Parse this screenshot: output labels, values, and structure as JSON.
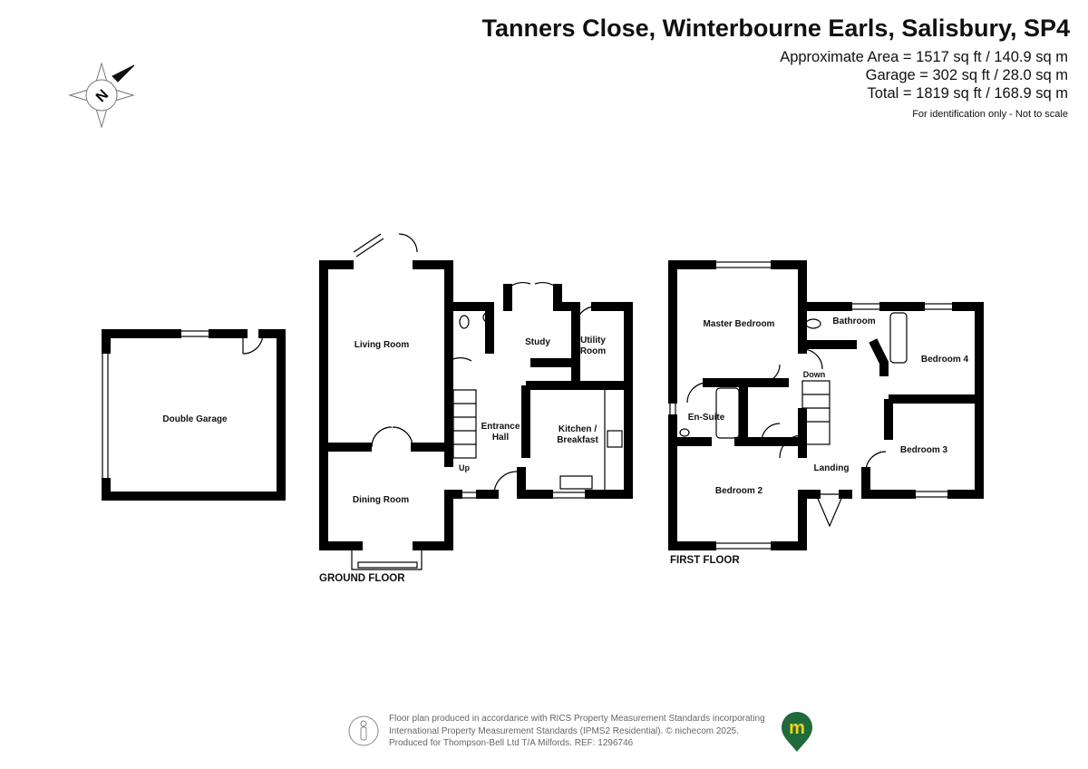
{
  "header": {
    "title": "Tanners Close, Winterbourne Earls, Salisbury, SP4",
    "areas": [
      "Approximate Area = 1517 sq ft / 140.9 sq m",
      "Garage = 302 sq ft / 28.0 sq m",
      "Total = 1819 sq ft / 168.9 sq m"
    ],
    "note": "For identification only - Not to scale"
  },
  "compass": {
    "label": "N",
    "icon": "compass-icon"
  },
  "garage": {
    "rooms": [
      "Double Garage"
    ]
  },
  "ground_floor": {
    "label": "GROUND FLOOR",
    "rooms": [
      "Living Room",
      "Study",
      "Utility Room",
      "Entrance Hall",
      "Kitchen / Breakfast",
      "Dining Room"
    ],
    "stairs": "Up"
  },
  "first_floor": {
    "label": "FIRST FLOOR",
    "rooms": [
      "Master Bedroom",
      "Bathroom",
      "Bedroom 4",
      "En-Suite",
      "Landing",
      "Bedroom 3",
      "Bedroom 2"
    ],
    "stairs": "Down"
  },
  "footer": {
    "lines": [
      "Floor plan produced in accordance with RICS Property Measurement Standards incorporating",
      "International Property Measurement Standards (IPMS2 Residential).   © nichecom 2025.",
      "Produced for Thompson-Bell Ltd T/A Milfords.   REF: 1296746"
    ],
    "logo_letter": "m",
    "brand_color": "#1f6b3a",
    "logo_accent": "#f2d21b"
  }
}
